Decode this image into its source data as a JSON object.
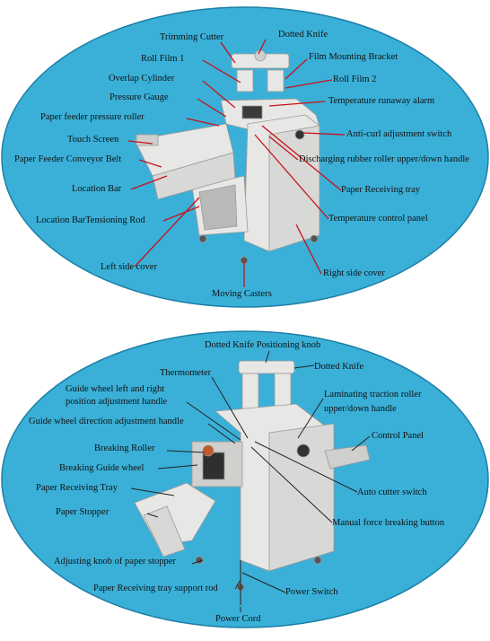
{
  "colors": {
    "ellipse_fill": "#3ab0d8",
    "ellipse_stroke": "#1e7fa6",
    "leader_line": "#c8101a",
    "leader_line_dark": "#222222",
    "machine_body": "#e7e7e5",
    "machine_shadow": "#b9b9b7"
  },
  "top_diagram": {
    "labels": {
      "trimming_cutter": "Trimming Cutter",
      "dotted_knife": "Dotted Knife",
      "roll_film_1": "Roll Film 1",
      "film_mounting_bracket": "Film Mounting Bracket",
      "overlap_cylinder": "Overlap Cylinder",
      "roll_film_2": "Roll Film 2",
      "pressure_gauge": "Pressure Gauge",
      "temperature_runaway_alarm": "Temperature runaway alarm",
      "paper_feeder_pressure_roller": "Paper feeder pressure roller",
      "anti_curl_adjustment_switch": "Anti-curl adjustment switch",
      "touch_screen": "Touch Screen",
      "discharging_rubber_roller": "Discharging rubber roller upper/down handle",
      "paper_feeder_conveyor_belt": "Paper Feeder Conveyor Belt",
      "location_bar": "Location Bar",
      "paper_receiving_tray": "Paper Receiving tray",
      "location_bar_tensioning_rod": "Location BarTensioning Rod",
      "temperature_control_panel": "Temperature control panel",
      "left_side_cover": "Left side cover",
      "right_side_cover": "Right side cover",
      "moving_casters": "Moving Casters"
    }
  },
  "bottom_diagram": {
    "labels": {
      "dotted_knife_positioning_knob": "Dotted Knife Positioning knob",
      "dotted_knife": "Dotted Knife",
      "thermometer": "Thermometer",
      "guide_wheel_lr_line1": "Guide wheel left and right",
      "guide_wheel_lr_line2": "position adjustment handle",
      "laminating_traction_line1": "Laminating traction roller",
      "laminating_traction_line2": "upper/down handle",
      "guide_wheel_direction": "Guide wheel direction adjustment handle",
      "control_panel": "Control Panel",
      "breaking_roller": "Breaking Roller",
      "breaking_guide_wheel": "Breaking Guide wheel",
      "paper_receiving_tray": "Paper Receiving Tray",
      "auto_cutter_switch": "Auto cutter switch",
      "paper_stopper": "Paper Stopper",
      "manual_force_breaking_button": "Manual force breaking button",
      "adjusting_knob_paper_stopper": "Adjusting knob of paper stopper",
      "paper_receiving_tray_support_rod": "Paper Receiving tray support rod",
      "power_switch": "Power Switch",
      "power_cord": "Power Cord"
    }
  }
}
